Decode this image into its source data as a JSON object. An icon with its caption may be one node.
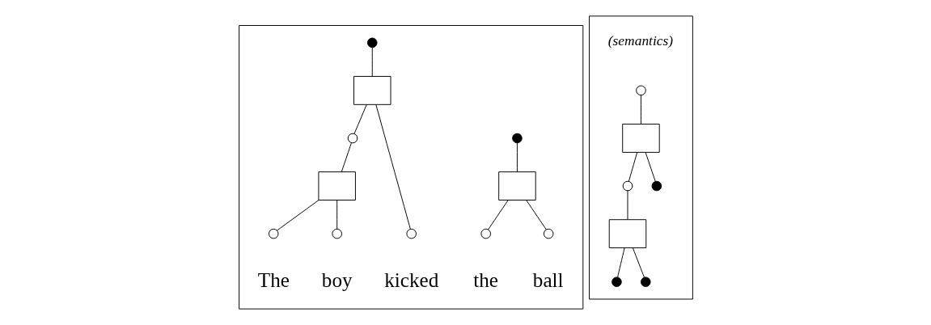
{
  "diagram": {
    "nodes": [
      {
        "text": [],
        "shape": "box"
      },
      {
        "text": [],
        "shape": "circle",
        "in": 0
      },
      {
        "text": [],
        "shape": "box",
        "in": 0
      },
      {
        "text": [],
        "shape": "circle",
        "in": 0
      },
      {
        "text": [],
        "shape": "box",
        "in": 0
      },
      {
        "text": [],
        "shape": "circle",
        "in": 0,
        "beside": [
          "The"
        ]
      },
      {
        "text": [],
        "shape": "circle",
        "in": 0,
        "beside": [
          "boy"
        ]
      },
      {
        "text": [],
        "shape": "circle",
        "in": 0,
        "beside": [
          "kicked"
        ]
      },
      {
        "text": [],
        "shape": "circle",
        "in": 0
      },
      {
        "text": [],
        "shape": "box",
        "in": 0
      },
      {
        "text": [],
        "shape": "circle",
        "in": 0,
        "beside": [
          "the"
        ]
      },
      {
        "text": [],
        "shape": "circle",
        "in": 0,
        "beside": [
          "ball"
        ]
      },
      {
        "text": [],
        "shape": "box"
      },
      {
        "text": [],
        "shape": "circle",
        "in": 12,
        "beside": [
          "(semantics)"
        ]
      },
      {
        "text": [],
        "shape": "box",
        "in": 12
      },
      {
        "text": [],
        "shape": "circle",
        "in": 12
      },
      {
        "text": [],
        "shape": "circle",
        "in": 12
      },
      {
        "text": [],
        "shape": "box",
        "in": 12
      },
      {
        "text": [],
        "shape": "circle",
        "in": 12
      },
      {
        "text": [],
        "shape": "circle",
        "in": 12
      }
    ],
    "edges": [
      {
        "from": 1,
        "to": 2,
        "arrow": "none"
      },
      {
        "from": 2,
        "to": 3,
        "arrow": "none"
      },
      {
        "from": 2,
        "to": 7,
        "arrow": "none"
      },
      {
        "from": 3,
        "to": 4,
        "arrow": "none"
      },
      {
        "from": 4,
        "to": 5,
        "arrow": "none"
      },
      {
        "from": 4,
        "to": 6,
        "arrow": "none"
      },
      {
        "from": 8,
        "to": 9,
        "arrow": "none"
      },
      {
        "from": 9,
        "to": 10,
        "arrow": "none"
      },
      {
        "from": 9,
        "to": 11,
        "arrow": "none"
      },
      {
        "from": 13,
        "to": 14,
        "arrow": "none"
      },
      {
        "from": 14,
        "to": 15,
        "arrow": "none"
      },
      {
        "from": 14,
        "to": 16,
        "arrow": "none"
      },
      {
        "from": 15,
        "to": 17,
        "arrow": "none"
      },
      {
        "from": 17,
        "to": 18,
        "arrow": "none"
      },
      {
        "from": 17,
        "to": 19,
        "arrow": "none"
      }
    ]
  }
}
